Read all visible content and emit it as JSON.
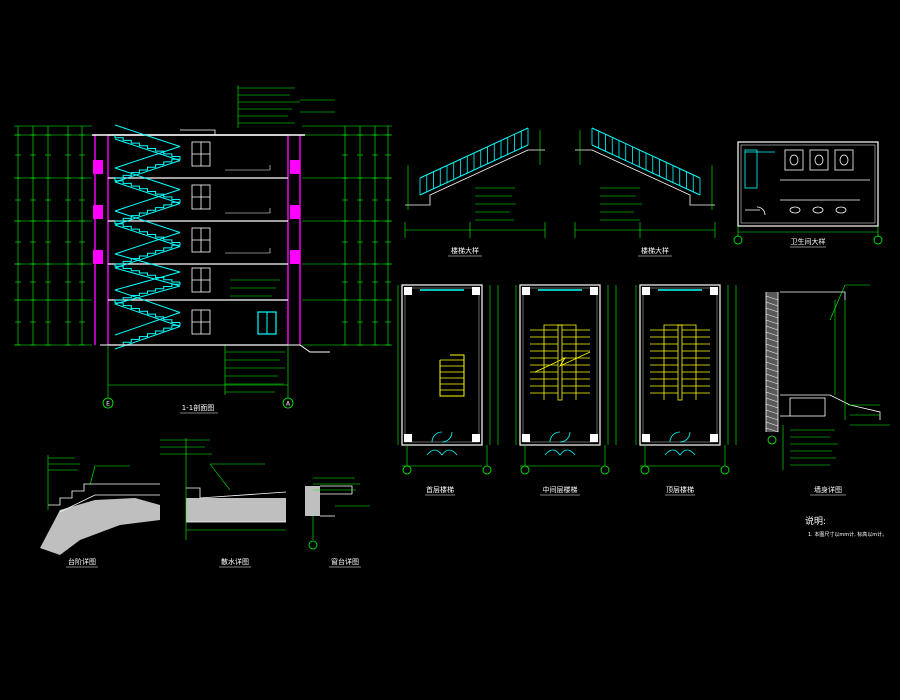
{
  "titles": {
    "section": "1-1剖面图",
    "stair_elev_left": "楼梯大样",
    "stair_elev_right": "楼梯大样",
    "toilet": "卫生间大样",
    "plan_ground": "首层楼梯",
    "plan_middle": "中间层楼梯",
    "plan_top": "顶层楼梯",
    "wall_section": "墙身详图",
    "step_detail": "台阶详图",
    "apron_detail": "散水详图",
    "sill_detail": "窗台详图"
  },
  "grid_axes": [
    "E",
    "A"
  ],
  "notes": {
    "heading": "说明:",
    "line1": "1. 本图尺寸以mm计, 标高以m计。"
  },
  "colors": {
    "background": "#000000",
    "wall": "#ff00ff",
    "stair": "#00ffff",
    "line": "#ffffff",
    "dimension": "#00ff00",
    "window": "#00ffff",
    "axis": "#00ff00",
    "hatch": "#ffff00",
    "label": "#ffffff"
  }
}
